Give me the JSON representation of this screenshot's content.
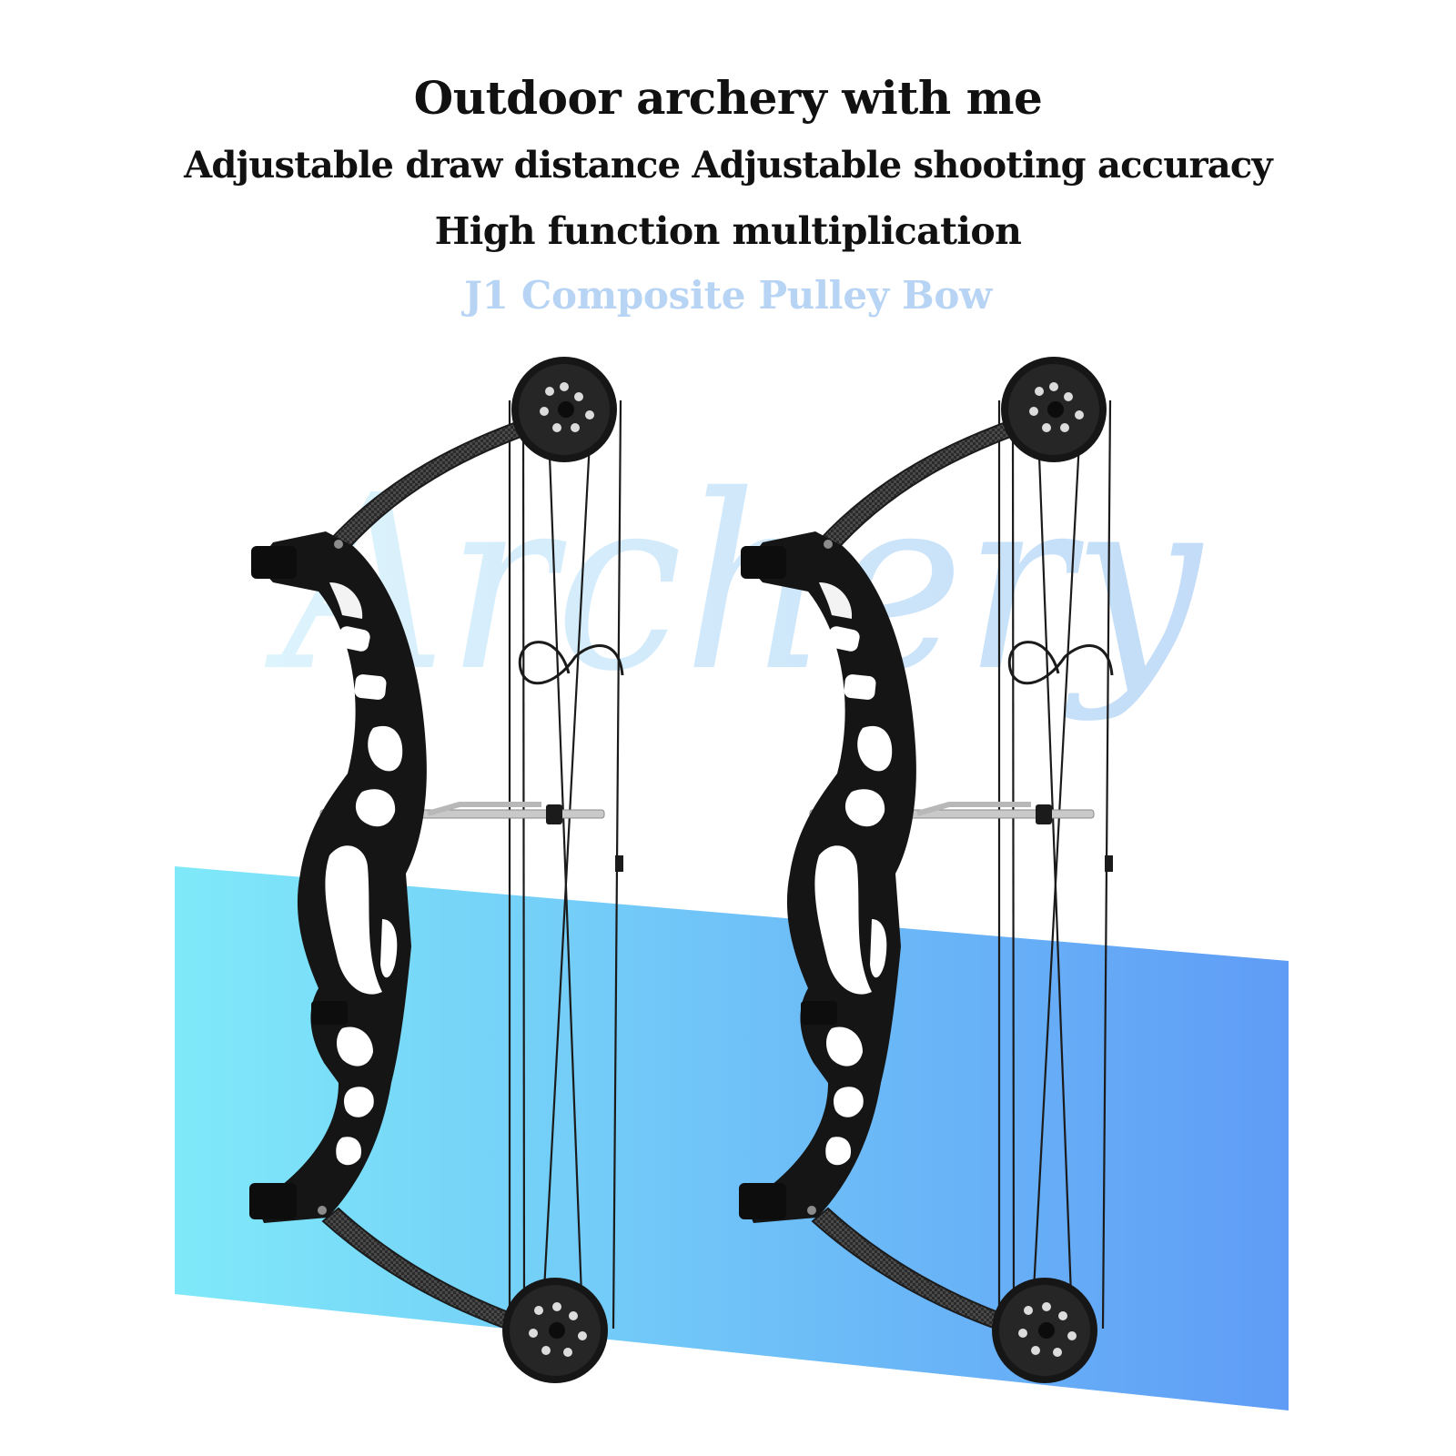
{
  "header": {
    "title": "Outdoor archery with me",
    "feature_line": "Adjustable draw distance Adjustable shooting accuracy",
    "feature_line_2": "High function multiplication",
    "product_name": "J1 Composite Pulley Bow"
  },
  "watermark": {
    "text": "Archery"
  },
  "product_images": [
    {
      "subject": "compound bow",
      "color": "black"
    },
    {
      "subject": "compound bow",
      "color": "black"
    }
  ],
  "colors": {
    "band_left": "#7fe9f9",
    "band_right": "#5f9cf6",
    "product_name": "#b7d4f4",
    "watermark": "#c7e6fb",
    "bow": "#141414"
  }
}
